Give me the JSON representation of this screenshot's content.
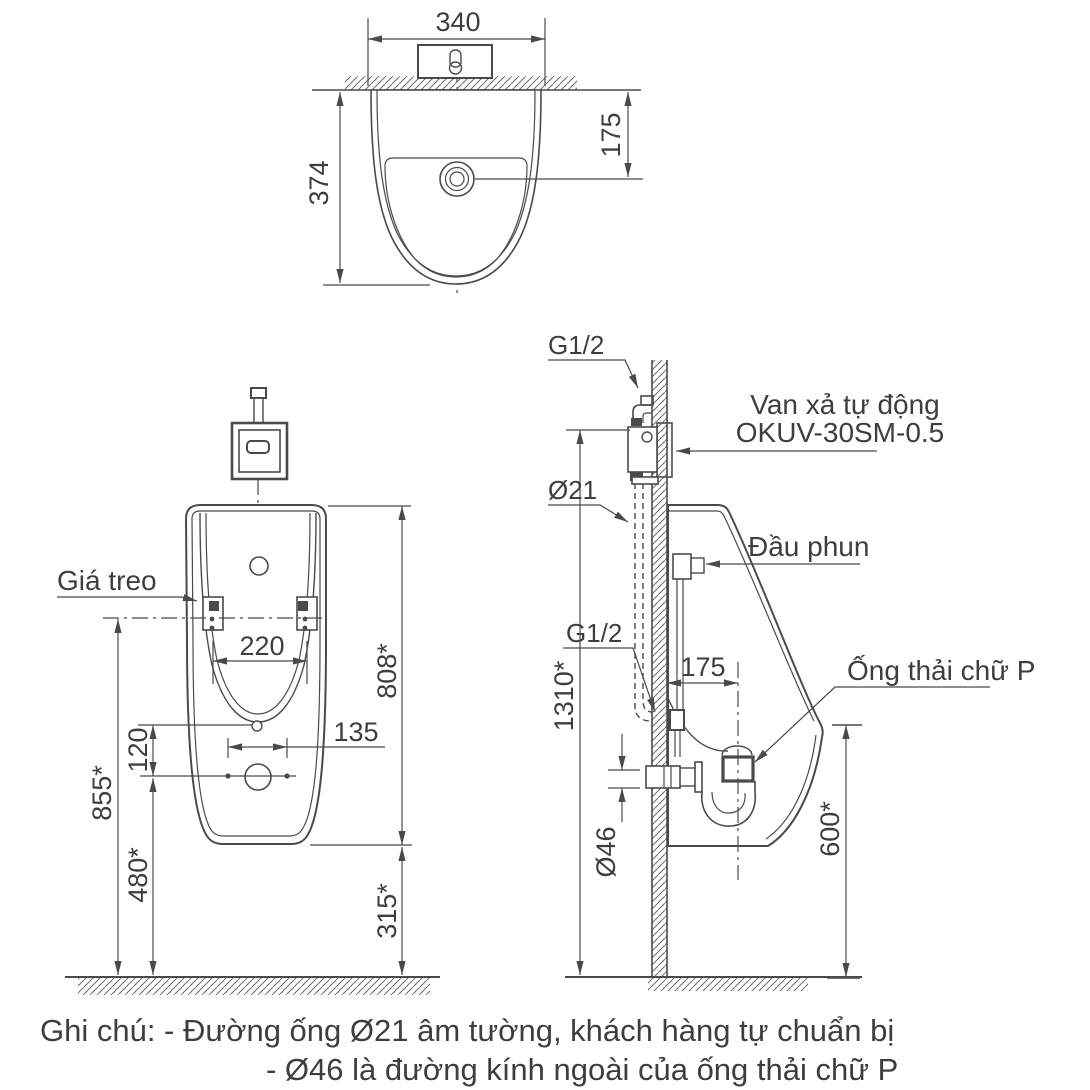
{
  "dims": {
    "top_width": "340",
    "top_depth": "374",
    "top_drain_offset": "175",
    "front_bracket_span": "220",
    "front_drain_span": "135",
    "front_drop": "120",
    "front_bracket_height": "855*",
    "front_drain_height": "480*",
    "front_body_height": "808*",
    "front_bottom_height": "315*",
    "side_total_height": "1310*",
    "side_drain_offset": "175",
    "side_trap_od": "Ø46",
    "side_outlet_height": "600*",
    "side_concealed_pipe": "Ø21",
    "side_inlet_thread": "G1/2",
    "side_flush_thread": "G1/2"
  },
  "labels": {
    "hanger": "Giá treo",
    "valve_name": "Van xả tự động",
    "valve_model": "OKUV-30SM-0.5",
    "spray_head": "Đầu phun",
    "p_trap": "Ống thải chữ P"
  },
  "notes": {
    "line1": "Ghi chú: - Đường ống Ø21 âm tường, khách hàng tự chuẩn bị",
    "line2": "- Ø46 là đường kính ngoài của ống thải chữ P"
  }
}
